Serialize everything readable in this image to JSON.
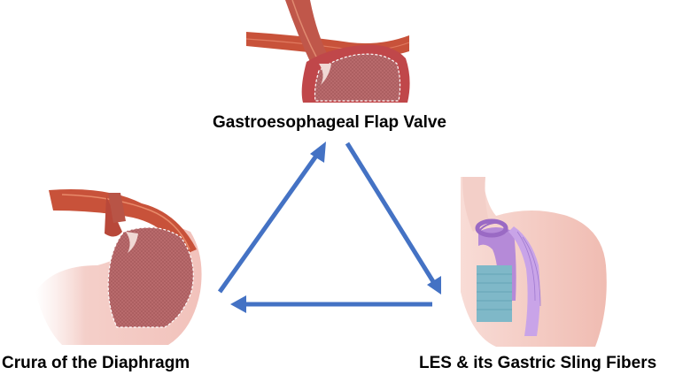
{
  "labels": {
    "top": "Gastroesophageal Flap Valve",
    "left": "Crura of the Diaphragm",
    "right": "LES & its Gastric Sling Fibers"
  },
  "colors": {
    "arrow": "#4472C4",
    "stomach_red": "#c0474a",
    "stomach_dark": "#8e2a2c",
    "mucosa": "#b86a6c",
    "muscle": "#c8523a",
    "sling_purple": "#b58ad8",
    "sling_teal": "#7fb8c8",
    "pink_tissue": "#f2c9c4"
  },
  "arrows": [
    {
      "from": "left",
      "to": "top"
    },
    {
      "from": "top",
      "to": "right"
    },
    {
      "from": "right",
      "to": "left"
    }
  ]
}
